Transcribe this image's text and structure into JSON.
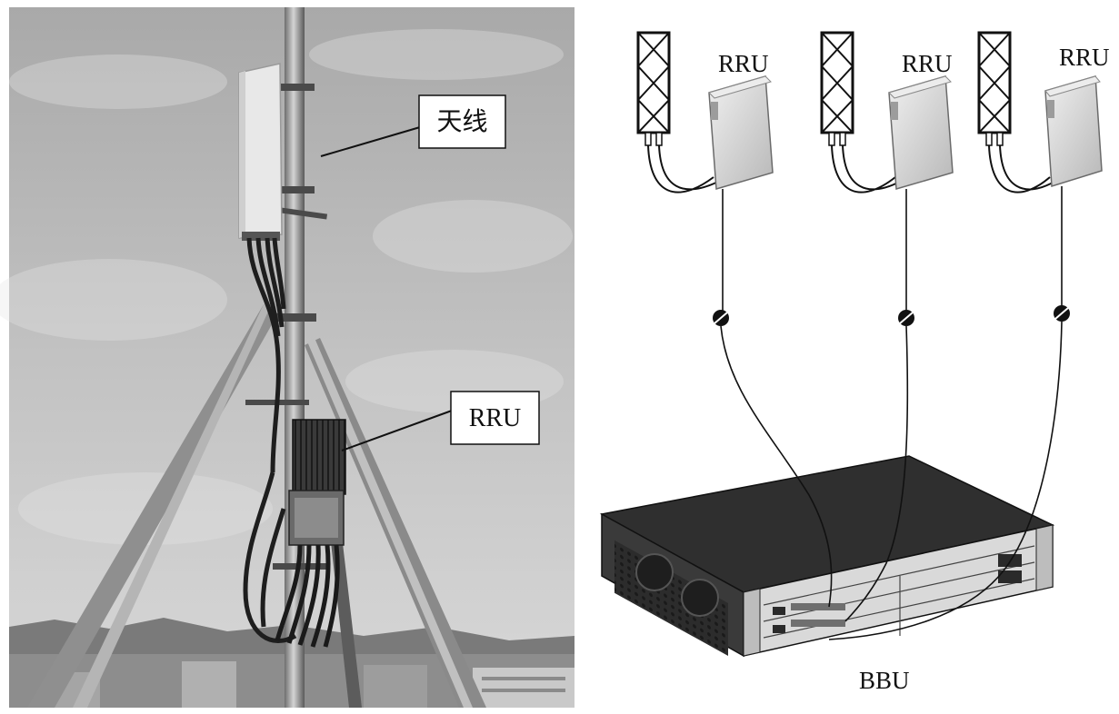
{
  "photo": {
    "callouts": [
      {
        "id": "antenna",
        "label": "天线"
      },
      {
        "id": "rru",
        "label": "RRU"
      }
    ]
  },
  "diagram": {
    "rru_units": [
      {
        "label": "RRU"
      },
      {
        "label": "RRU"
      },
      {
        "label": "RRU"
      }
    ],
    "bbu": {
      "label": "BBU"
    }
  },
  "colors": {
    "sky": "#b9b9b9",
    "sky_light": "#d6d6d6",
    "metal": "#9a9a9a",
    "dark": "#2a2a2a",
    "line": "#111111"
  }
}
